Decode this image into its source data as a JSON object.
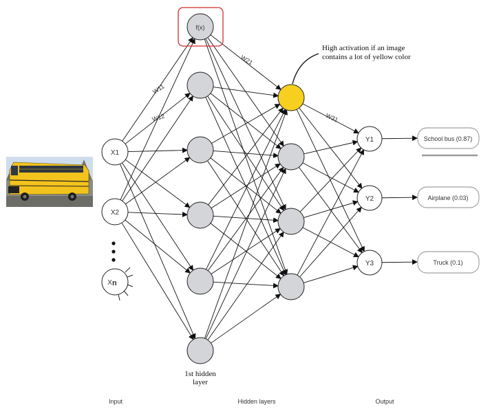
{
  "nodes": {
    "fx": "f(x)",
    "x1": "X1",
    "x2": "X2",
    "xn_main": "X",
    "xn_sub": "n",
    "y1": "Y1",
    "y2": "Y2",
    "y3": "Y3"
  },
  "weights": {
    "w11": "W11",
    "w12": "W12",
    "w21": "W21",
    "w31": "W31"
  },
  "annotation": {
    "line1": "High activation if an image",
    "line2": "contains a lot of yellow color"
  },
  "hidden_label": {
    "line1": "1st hidden",
    "line2": "layer"
  },
  "outputs": [
    {
      "label": "School bus (0.87)"
    },
    {
      "label": "Airplane (0.03)"
    },
    {
      "label": "Truck (0.1)"
    }
  ],
  "sections": {
    "input": "Input",
    "hidden": "Hidden layers",
    "output": "Output"
  },
  "colors": {
    "hidden_node": "#d3d5d8",
    "active_node": "#f7cf1f",
    "highlight_box": "#d22b2b",
    "underline": "#9b9b9b",
    "bus_yellow": "#f2c31c"
  },
  "icons": [
    "school-bus-photo"
  ]
}
